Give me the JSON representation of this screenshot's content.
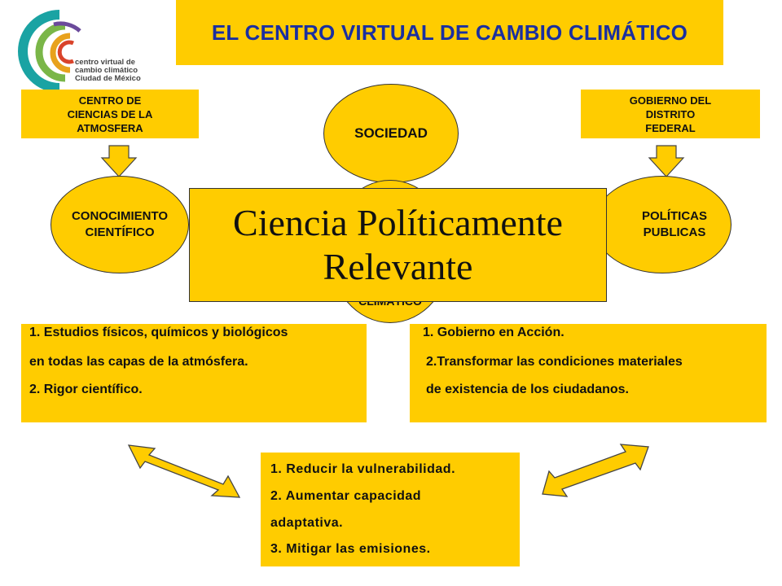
{
  "logo": {
    "line1": "centro virtual de",
    "line2": "cambio climático",
    "line3": "Ciudad de México",
    "colors": [
      "#1aa3a3",
      "#7ab648",
      "#e8a21c",
      "#d9432a",
      "#6b4a9b"
    ]
  },
  "title": "EL CENTRO VIRTUAL DE CAMBIO CLIMÁTICO",
  "left_label": "CENTRO DE\nCIENCIAS DE LA\nATMOSFERA",
  "right_label": "GOBIERNO DEL\nDISTRITO\nFEDERAL",
  "sociedad": "SOCIEDAD",
  "conocimiento": "CONOCIMIENTO\nCIENTÍFICO",
  "politicas": "POLÍTICAS\nPUBLICAS",
  "climatico_partial": "CLIMÁTICO",
  "center_text": {
    "line1": "Ciencia Políticamente",
    "line2": "Relevante"
  },
  "left_list": [
    "1. Estudios físicos, químicos y biológicos",
    "en todas las capas de la atmósfera.",
    "2. Rigor científico."
  ],
  "right_list": [
    "1. Gobierno en Acción.",
    "2.Transformar las condiciones materiales",
    "de existencia de los ciudadanos."
  ],
  "bottom_list": [
    "1. Reducir la vulnerabilidad.",
    "2. Aumentar capacidad",
    "adaptativa.",
    "3. Mitigar las emisiones."
  ],
  "colors": {
    "box_fill": "#ffcc00",
    "title_text": "#1a2fa0"
  }
}
